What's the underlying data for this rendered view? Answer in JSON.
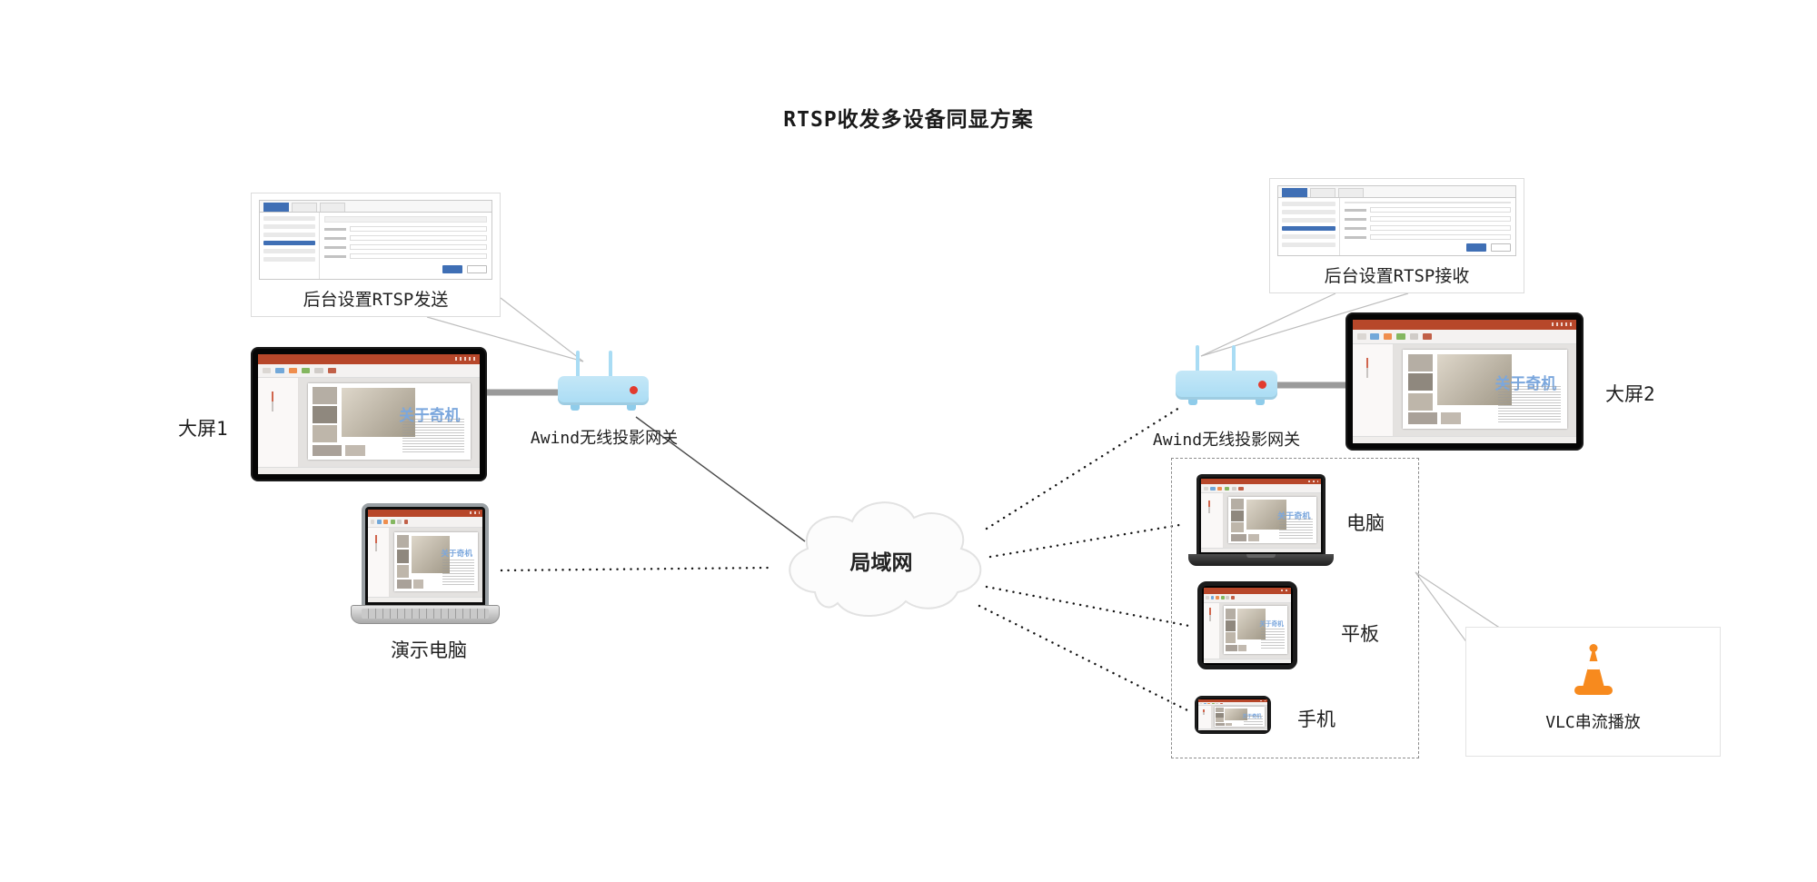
{
  "title": "RTSP收发多设备同显方案",
  "slide": {
    "title": "关于奇机"
  },
  "left": {
    "admin_caption": "后台设置RTSP发送",
    "screen_label": "大屏1",
    "router_label": "Awind无线投影网关",
    "laptop_label": "演示电脑"
  },
  "center": {
    "cloud_label": "局域网"
  },
  "right": {
    "admin_caption": "后台设置RTSP接收",
    "router_label": "Awind无线投影网关",
    "screen_label": "大屏2",
    "device_labels": [
      "电脑",
      "平板",
      "手机"
    ],
    "vlc_label": "VLC串流播放"
  },
  "colors": {
    "ppt_red": "#b7472a",
    "router_blue": "#a9dcf4",
    "led_red": "#e23b2e",
    "accent_blue": "#3f6fb5",
    "vlc_orange": "#f78a1e"
  }
}
